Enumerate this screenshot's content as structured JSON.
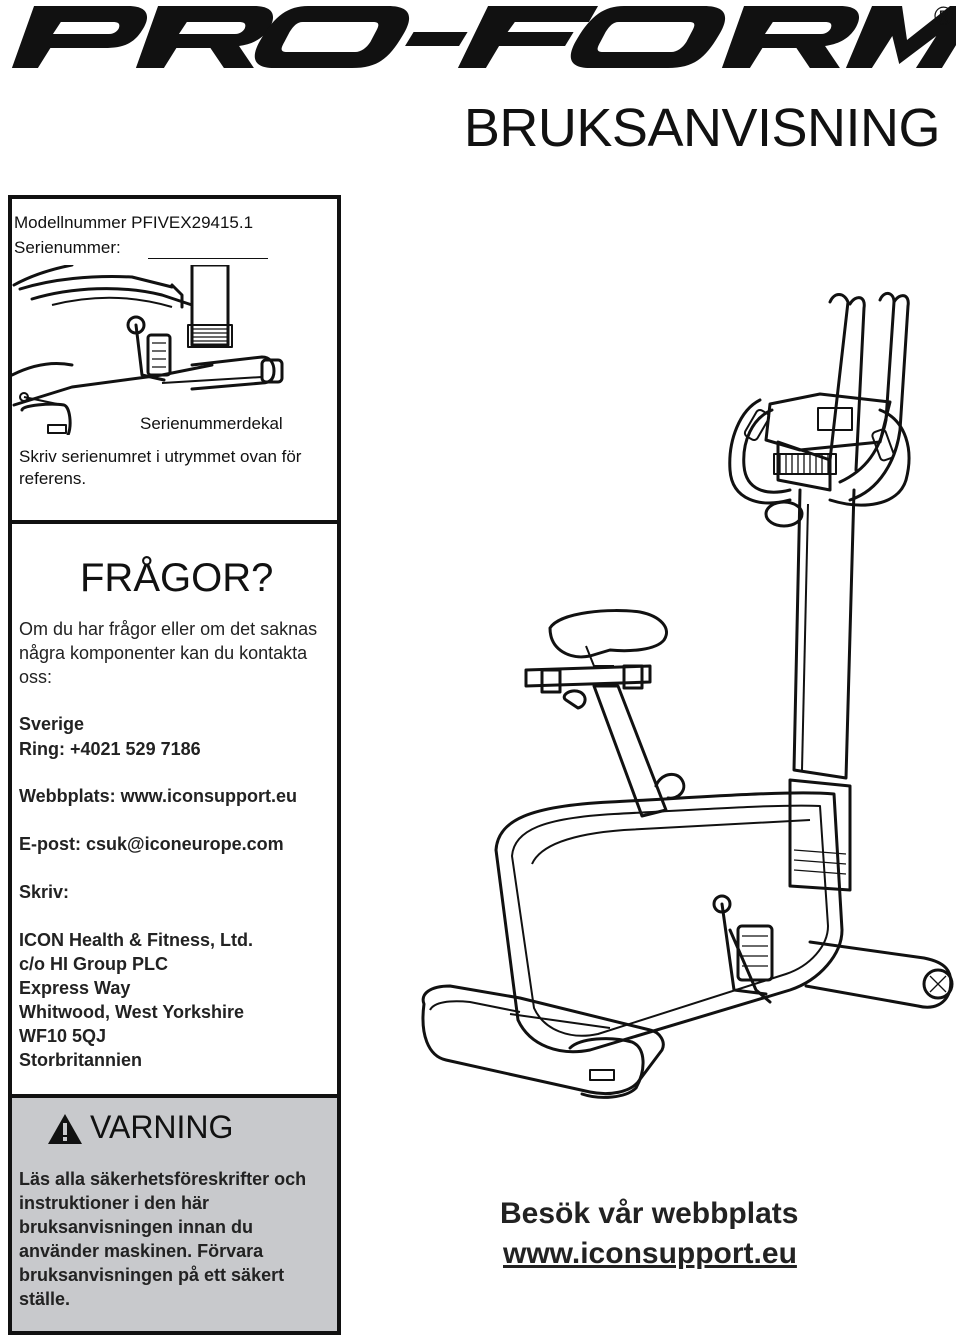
{
  "header": {
    "brand": "PRO-FORM",
    "registered_mark": "®",
    "title": "BRUKSANVISNING"
  },
  "serial_box": {
    "model_line": "Modellnummer PFIVEX29415.1",
    "serial_label": "Serienummer:",
    "sticker_label": "Serienummerdekal",
    "note": "Skriv serienumret i utrymmet ovan för referens."
  },
  "questions": {
    "title": "FRÅGOR?",
    "intro": "Om du har frågor eller om det saknas några komponenter kan du kontakta oss:",
    "country": "Sverige",
    "phone": "Ring: +4021 529 7186",
    "web": "Webbplats: www.iconsupport.eu",
    "email": "E-post: csuk@iconeurope.com",
    "write": "Skriv:",
    "address": [
      "ICON Health & Fitness, Ltd.",
      "c/o HI Group PLC",
      "Express Way",
      "Whitwood, West Yorkshire",
      "WF10 5QJ",
      "Storbritannien"
    ]
  },
  "warning": {
    "icon": "warning-triangle-icon",
    "title": "VARNING",
    "text": "Läs alla säkerhetsföreskrifter och instruktioner i den här bruksanvisningen innan du använder maskinen. Förvara bruksanvisningen på ett säkert ställe."
  },
  "visit": {
    "title": "Besök vår webbplats",
    "url": "www.iconsupport.eu"
  },
  "colors": {
    "ink": "#111111",
    "warning_panel": "#c8c9cc"
  }
}
